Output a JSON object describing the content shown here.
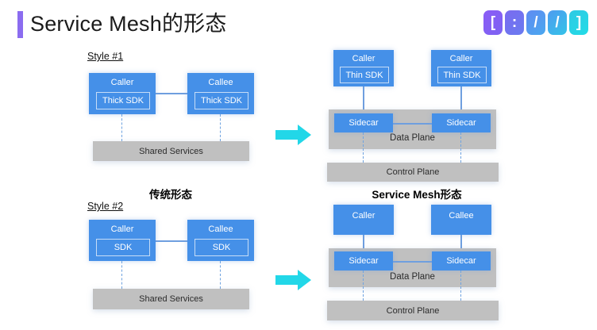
{
  "slide": {
    "title": "Service Mesh的形态",
    "accent_bar_color": "#8b6cf0",
    "background_color": "#ffffff"
  },
  "logo": {
    "name": "dubbo-logo",
    "cells": [
      "[",
      ":",
      "/",
      "/",
      "]"
    ],
    "gradient_from": "#8b5cf6",
    "gradient_to": "#22dce6"
  },
  "palette": {
    "blue_box": "#4590e8",
    "gray_bar": "#c0c0c0",
    "arrow": "#22d7e8",
    "line": "#6f9fdf"
  },
  "headings": {
    "traditional": "传统形态",
    "service_mesh": "Service Mesh形态"
  },
  "arrows": [
    {
      "name": "arrow-style1",
      "label": "→"
    },
    {
      "name": "arrow-style2",
      "label": "→"
    }
  ],
  "diagrams": {
    "style1": {
      "style_label": "Style #1",
      "nodes": [
        {
          "title": "Caller",
          "sdk": "Thick SDK"
        },
        {
          "title": "Callee",
          "sdk": "Thick SDK"
        }
      ],
      "shared_services": "Shared Services"
    },
    "style1_mesh": {
      "nodes": [
        {
          "title": "Caller",
          "sdk": "Thin SDK"
        },
        {
          "title": "Caller",
          "sdk": "Thin SDK"
        }
      ],
      "sidecars": [
        "Sidecar",
        "Sidecar"
      ],
      "data_plane": "Data Plane",
      "control_plane": "Control Plane"
    },
    "style2": {
      "style_label": "Style #2",
      "nodes": [
        {
          "title": "Caller",
          "sdk": "SDK"
        },
        {
          "title": "Callee",
          "sdk": "SDK"
        }
      ],
      "shared_services": "Shared Services"
    },
    "style2_mesh": {
      "nodes": [
        {
          "title": "Caller",
          "sdk": ""
        },
        {
          "title": "Callee",
          "sdk": ""
        }
      ],
      "sidecars": [
        "Sidecar",
        "Sidecar"
      ],
      "data_plane": "Data Plane",
      "control_plane": "Control Plane"
    }
  }
}
